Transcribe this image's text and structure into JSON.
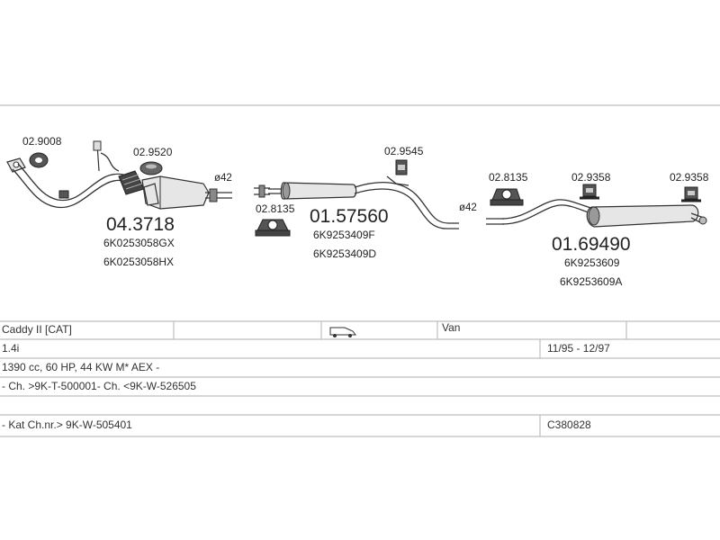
{
  "parts": {
    "hanger_1": "02.9008",
    "hanger_2": "02.9520",
    "front_pipe": {
      "number": "04.3718",
      "oem_1": "6K0253058GX",
      "oem_2": "6K0253058HX"
    },
    "dia_1": "ø42",
    "hanger_3": "02.8135",
    "centre_silencer": {
      "number": "01.57560",
      "oem_1": "6K9253409F",
      "oem_2": "6K9253409D"
    },
    "hanger_4": "02.9545",
    "dia_2": "ø42",
    "hanger_5": "02.8135",
    "hanger_6": "02.9358",
    "hanger_7": "02.9358",
    "rear_silencer": {
      "number": "01.69490",
      "oem_1": "6K9253609",
      "oem_2": "6K9253609A"
    }
  },
  "vehicle": {
    "model": "Caddy II  [CAT]",
    "body": "Van",
    "engine": "1.4i",
    "years": "11/95 - 12/97",
    "spec": "1390 cc, 60 HP, 44 KW M* AEX -",
    "chassis": "- Ch. >9K-T-500001- Ch. <9K-W-526505",
    "cat_note": "- Kat Ch.nr.> 9K-W-505401",
    "code": "C380828"
  },
  "icons": {
    "body_type": "van-icon"
  }
}
